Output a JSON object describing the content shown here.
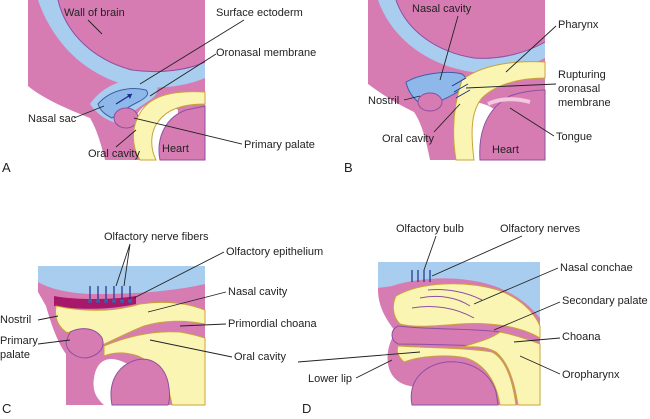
{
  "colors": {
    "mesenchyme": "#d77cb3",
    "brain_blue": "#a8cdef",
    "nasal_blue": "#8fb8ea",
    "epithelium_yellow": "#fbf5b4",
    "yellow_outline": "#c9a437",
    "nerve_navy": "#1c2f8c",
    "epithelium_magenta": "#a8186a",
    "outline_purple": "#8e4fa0"
  },
  "panels": {
    "A": {
      "letter": "A",
      "labels": {
        "wall_of_brain": "Wall of brain",
        "surface_ectoderm": "Surface ectoderm",
        "oronasal_membrane": "Oronasal membrane",
        "nasal_sac": "Nasal sac",
        "primary_palate": "Primary palate",
        "oral_cavity": "Oral cavity",
        "heart": "Heart"
      }
    },
    "B": {
      "letter": "B",
      "labels": {
        "nasal_cavity": "Nasal cavity",
        "pharynx": "Pharynx",
        "rupturing_1": "Rupturing",
        "rupturing_2": "oronasal",
        "rupturing_3": "membrane",
        "nostril": "Nostril",
        "oral_cavity": "Oral cavity",
        "tongue": "Tongue",
        "heart": "Heart"
      }
    },
    "C": {
      "letter": "C",
      "labels": {
        "olfactory_nerve_fibers": "Olfactory nerve fibers",
        "olfactory_epithelium": "Olfactory epithelium",
        "nasal_cavity": "Nasal cavity",
        "nostril": "Nostril",
        "primordial_choana": "Primordial choana",
        "primary_palate_1": "Primary",
        "primary_palate_2": "palate",
        "oral_cavity": "Oral cavity"
      }
    },
    "D": {
      "letter": "D",
      "labels": {
        "olfactory_bulb": "Olfactory bulb",
        "olfactory_nerves": "Olfactory nerves",
        "nasal_conchae": "Nasal conchae",
        "secondary_palate": "Secondary palate",
        "choana": "Choana",
        "lower_lip": "Lower lip",
        "oropharynx": "Oropharynx"
      }
    }
  }
}
